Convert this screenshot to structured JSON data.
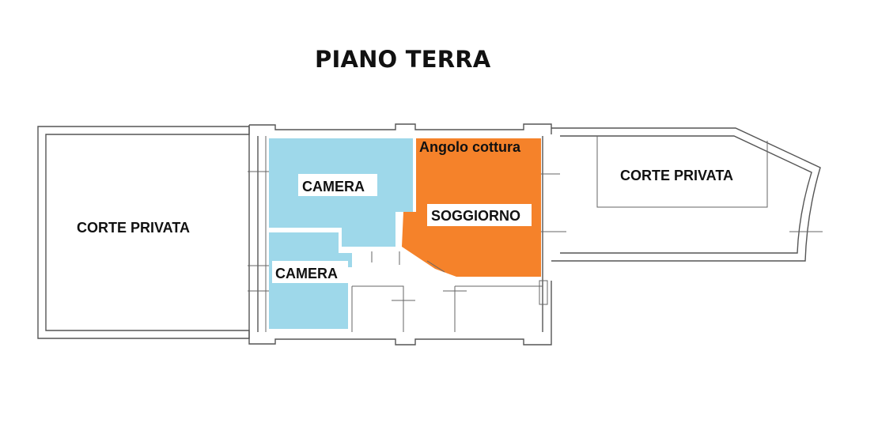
{
  "title": "PIANO TERRA",
  "rooms": {
    "courtyard_left": "CORTE PRIVATA",
    "courtyard_right": "CORTE PRIVATA",
    "bedroom_top": "CAMERA",
    "bedroom_bottom": "CAMERA",
    "kitchenette": "Angolo cottura",
    "living_room": "SOGGIORNO"
  },
  "colors": {
    "bedroom_fill": "#9ed8ea",
    "living_fill": "#f5822a",
    "wall": "#555555"
  }
}
